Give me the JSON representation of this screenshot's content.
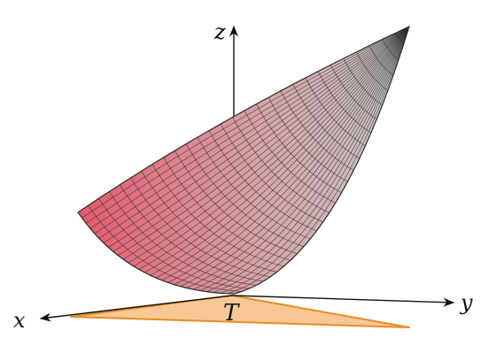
{
  "diagram": {
    "axes": {
      "x_label": "x",
      "y_label": "y",
      "z_label": "z"
    },
    "region_label": "T",
    "colors": {
      "surface_warm": "#e3596d",
      "surface_cool": "#c9c9c9",
      "mesh_line": "#2b2b2b",
      "region_fill": "#f7c896",
      "region_edge": "#ea8a24",
      "axis": "#111111"
    }
  }
}
